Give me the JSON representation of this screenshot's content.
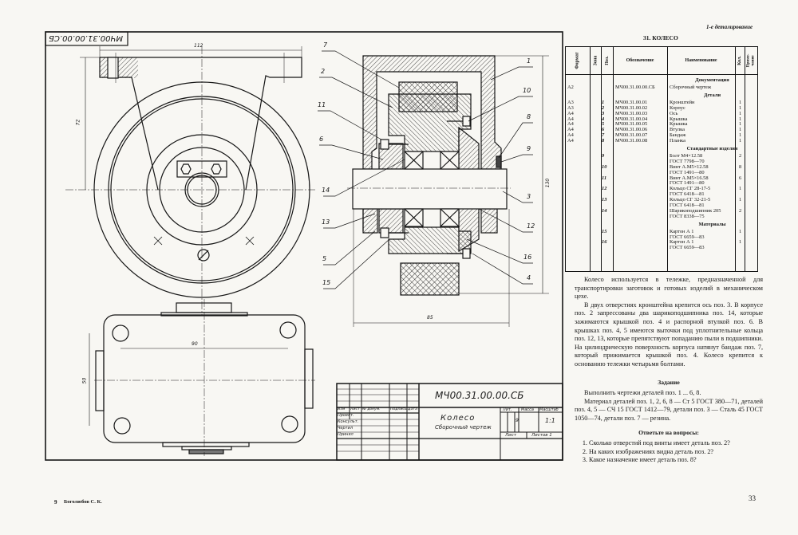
{
  "header": {
    "section_note": "1-е деталирование",
    "title": "31. КОЛЕСО"
  },
  "stamp_rotated": "МЧ00.31.00.00.СБ",
  "dimensions": {
    "width_top": "112",
    "height_bracket": "72",
    "holes_x": "90",
    "holes_y": "50",
    "overall_height": "130",
    "overall_width": "85"
  },
  "callouts": [
    "7",
    "2",
    "11",
    "6",
    "14",
    "13",
    "5",
    "15",
    "1",
    "10",
    "8",
    "9",
    "3",
    "12",
    "16",
    "4"
  ],
  "spec_table": {
    "headers": {
      "format": "Формат",
      "zone": "Зона",
      "pos": "Поз.",
      "designation": "Обозначение",
      "name": "Наименование",
      "qty": "Кол.",
      "note": "Приме-чание"
    },
    "rows": [
      {
        "type": "head",
        "name": "Документация"
      },
      {
        "format": "А2",
        "pos": "",
        "designation": "МЧ00.31.00.00.СБ",
        "name": "Сборочный чертеж",
        "qty": ""
      },
      {
        "type": "head",
        "name": "Детали"
      },
      {
        "format": "А3",
        "pos": "1",
        "designation": "МЧ00.31.00.01",
        "name": "Кронштейн",
        "qty": "1"
      },
      {
        "format": "А3",
        "pos": "2",
        "designation": "МЧ00.31.00.02",
        "name": "Корпус",
        "qty": "1"
      },
      {
        "format": "А4",
        "pos": "3",
        "designation": "МЧ00.31.00.03",
        "name": "Ось",
        "qty": "1"
      },
      {
        "format": "А4",
        "pos": "4",
        "designation": "МЧ00.31.00.04",
        "name": "Крышка",
        "qty": "1"
      },
      {
        "format": "А4",
        "pos": "5",
        "designation": "МЧ00.31.00.05",
        "name": "Крышка",
        "qty": "1"
      },
      {
        "format": "А4",
        "pos": "6",
        "designation": "МЧ00.31.00.06",
        "name": "Втулка",
        "qty": "1"
      },
      {
        "format": "А4",
        "pos": "7",
        "designation": "МЧ00.31.00.07",
        "name": "Бандаж",
        "qty": "1"
      },
      {
        "format": "А4",
        "pos": "8",
        "designation": "МЧ00.31.00.08",
        "name": "Планка",
        "qty": "1"
      },
      {
        "type": "head",
        "name": "Стандартные изделия"
      },
      {
        "format": "",
        "pos": "9",
        "designation": "",
        "name": "Болт М4×12.58",
        "qty": "2"
      },
      {
        "format": "",
        "pos": "",
        "designation": "",
        "name": "ГОСТ 7798—70",
        "qty": ""
      },
      {
        "format": "",
        "pos": "10",
        "designation": "",
        "name": "Винт А.М5×12.58",
        "qty": "8"
      },
      {
        "format": "",
        "pos": "",
        "designation": "",
        "name": "ГОСТ 1491—80",
        "qty": ""
      },
      {
        "format": "",
        "pos": "11",
        "designation": "",
        "name": "Винт А.М5×16.58",
        "qty": "6"
      },
      {
        "format": "",
        "pos": "",
        "designation": "",
        "name": "ГОСТ 1491—80",
        "qty": ""
      },
      {
        "format": "",
        "pos": "12",
        "designation": "",
        "name": "Кольцо СГ 28-17-5",
        "qty": "1"
      },
      {
        "format": "",
        "pos": "",
        "designation": "",
        "name": "ГОСТ 6418—81",
        "qty": ""
      },
      {
        "format": "",
        "pos": "13",
        "designation": "",
        "name": "Кольцо СГ 32-21-5",
        "qty": "1"
      },
      {
        "format": "",
        "pos": "",
        "designation": "",
        "name": "ГОСТ 6418—81",
        "qty": ""
      },
      {
        "format": "",
        "pos": "14",
        "designation": "",
        "name": "Шарикоподшипник 205",
        "qty": "2"
      },
      {
        "format": "",
        "pos": "",
        "designation": "",
        "name": "ГОСТ 8338—75",
        "qty": ""
      },
      {
        "type": "head",
        "name": "Материалы"
      },
      {
        "format": "",
        "pos": "15",
        "designation": "",
        "name": "Картон А 1",
        "qty": "1"
      },
      {
        "format": "",
        "pos": "",
        "designation": "",
        "name": "ГОСТ 6659—83",
        "qty": ""
      },
      {
        "format": "",
        "pos": "16",
        "designation": "",
        "name": "Картон А 1",
        "qty": "1"
      },
      {
        "format": "",
        "pos": "",
        "designation": "",
        "name": "ГОСТ 6659—83",
        "qty": ""
      }
    ]
  },
  "description": [
    "Колесо используется в тележке, предназначенной для транспортировки заготовок и готовых изделий в механическом цехе.",
    "В двух отверстиях кронштейна крепится ось поз. 3. В корпусе поз. 2 запрессованы два шарикоподшипника поз. 14, которые зажимаются крышкой поз. 4 и распорной втулкой поз. 6. В крышках поз. 4, 5 имеются выточки под уплотнительные кольца поз. 12, 13, которые препятствуют попаданию пыли в подшипники. На цилиндрическую поверхность корпуса натянут бандаж поз. 7, который прижимается крышкой поз. 4. Колесо крепится к основанию тележки четырьмя болтами."
  ],
  "task": {
    "heading": "Задание",
    "lines": [
      "Выполнить чертежи деталей поз. 1 ... 6, 8.",
      "Материал деталей поз. 1, 2, 6, 8 — Ст 5 ГОСТ 380—71, деталей поз. 4, 5 — СЧ 15 ГОСТ 1412—79, детали поз. 3 — Сталь 45 ГОСТ 1050—74, детали поз. 7 — резина."
    ]
  },
  "questions": {
    "heading": "Ответьте на вопросы:",
    "items": [
      "Сколько отверстий под винты имеет деталь поз. 2?",
      "На каких изображениях видна деталь поз. 2?",
      "Какое назначение имеет деталь поз. 8?"
    ]
  },
  "title_block": {
    "designation": "МЧ00.31.00.00.СБ",
    "name": "Колесо",
    "doc_type": "Сборочный чертеж",
    "lit": "Лит.",
    "mass": "Масса",
    "scale_label": "Масштаб",
    "lit_value": "9",
    "scale": "1:1",
    "sheet": "Лист",
    "sheets": "Листов 1",
    "cols": [
      "Изм",
      "Лист",
      "№ докум.",
      "Подпись",
      "Дата"
    ],
    "roles": [
      "Проект.",
      "Консульт.",
      "Чертил",
      "Принял"
    ]
  },
  "footer": {
    "left_num": "9",
    "author": "Боголюбов С. К.",
    "page": "33"
  },
  "colors": {
    "paper": "#f8f7f3",
    "ink": "#161616"
  }
}
